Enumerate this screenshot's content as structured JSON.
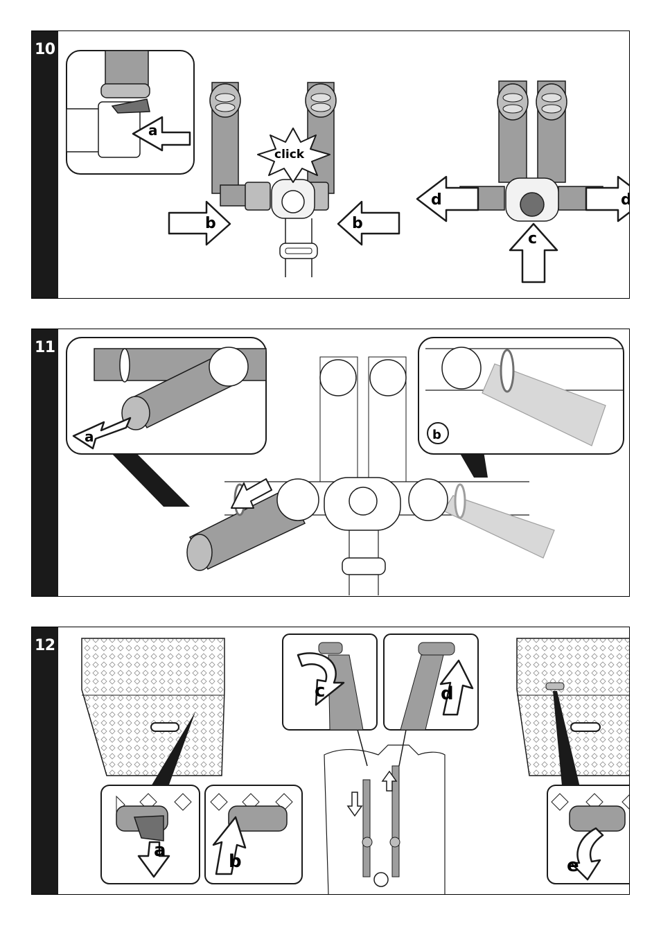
{
  "steps": [
    {
      "number": "10",
      "labels": {
        "a": "a",
        "b": "b",
        "click": "click",
        "c": "c",
        "d": "d"
      }
    },
    {
      "number": "11",
      "labels": {
        "a": "a",
        "b": "b"
      }
    },
    {
      "number": "12",
      "labels": {
        "a": "a",
        "b": "b",
        "c": "c",
        "d": "d",
        "e": "e"
      }
    }
  ],
  "colors": {
    "strap": "#9e9e9e",
    "strap_dark": "#6f6f6f",
    "line": "#1a1a1a",
    "bar": "#1a1a1a"
  }
}
